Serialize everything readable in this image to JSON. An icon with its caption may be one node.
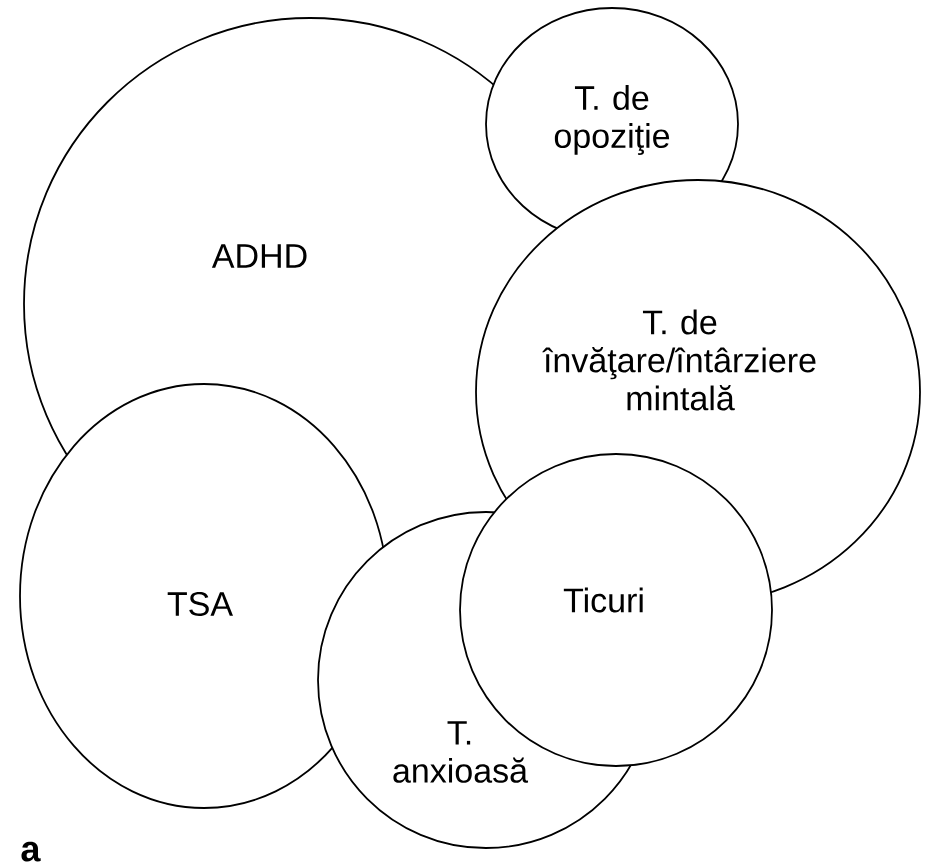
{
  "diagram": {
    "nodes": [
      {
        "text": [
          "ADHD"
        ]
      },
      {
        "text": [
          "T. de opoziţie"
        ]
      },
      {
        "text": [
          "T. de învăţare/întârziere mintală"
        ]
      },
      {
        "text": [
          "TSA"
        ]
      },
      {
        "text": [
          "T. anxioasă"
        ]
      },
      {
        "text": [
          "Ticuri"
        ]
      }
    ],
    "labels": [
      "a"
    ]
  }
}
